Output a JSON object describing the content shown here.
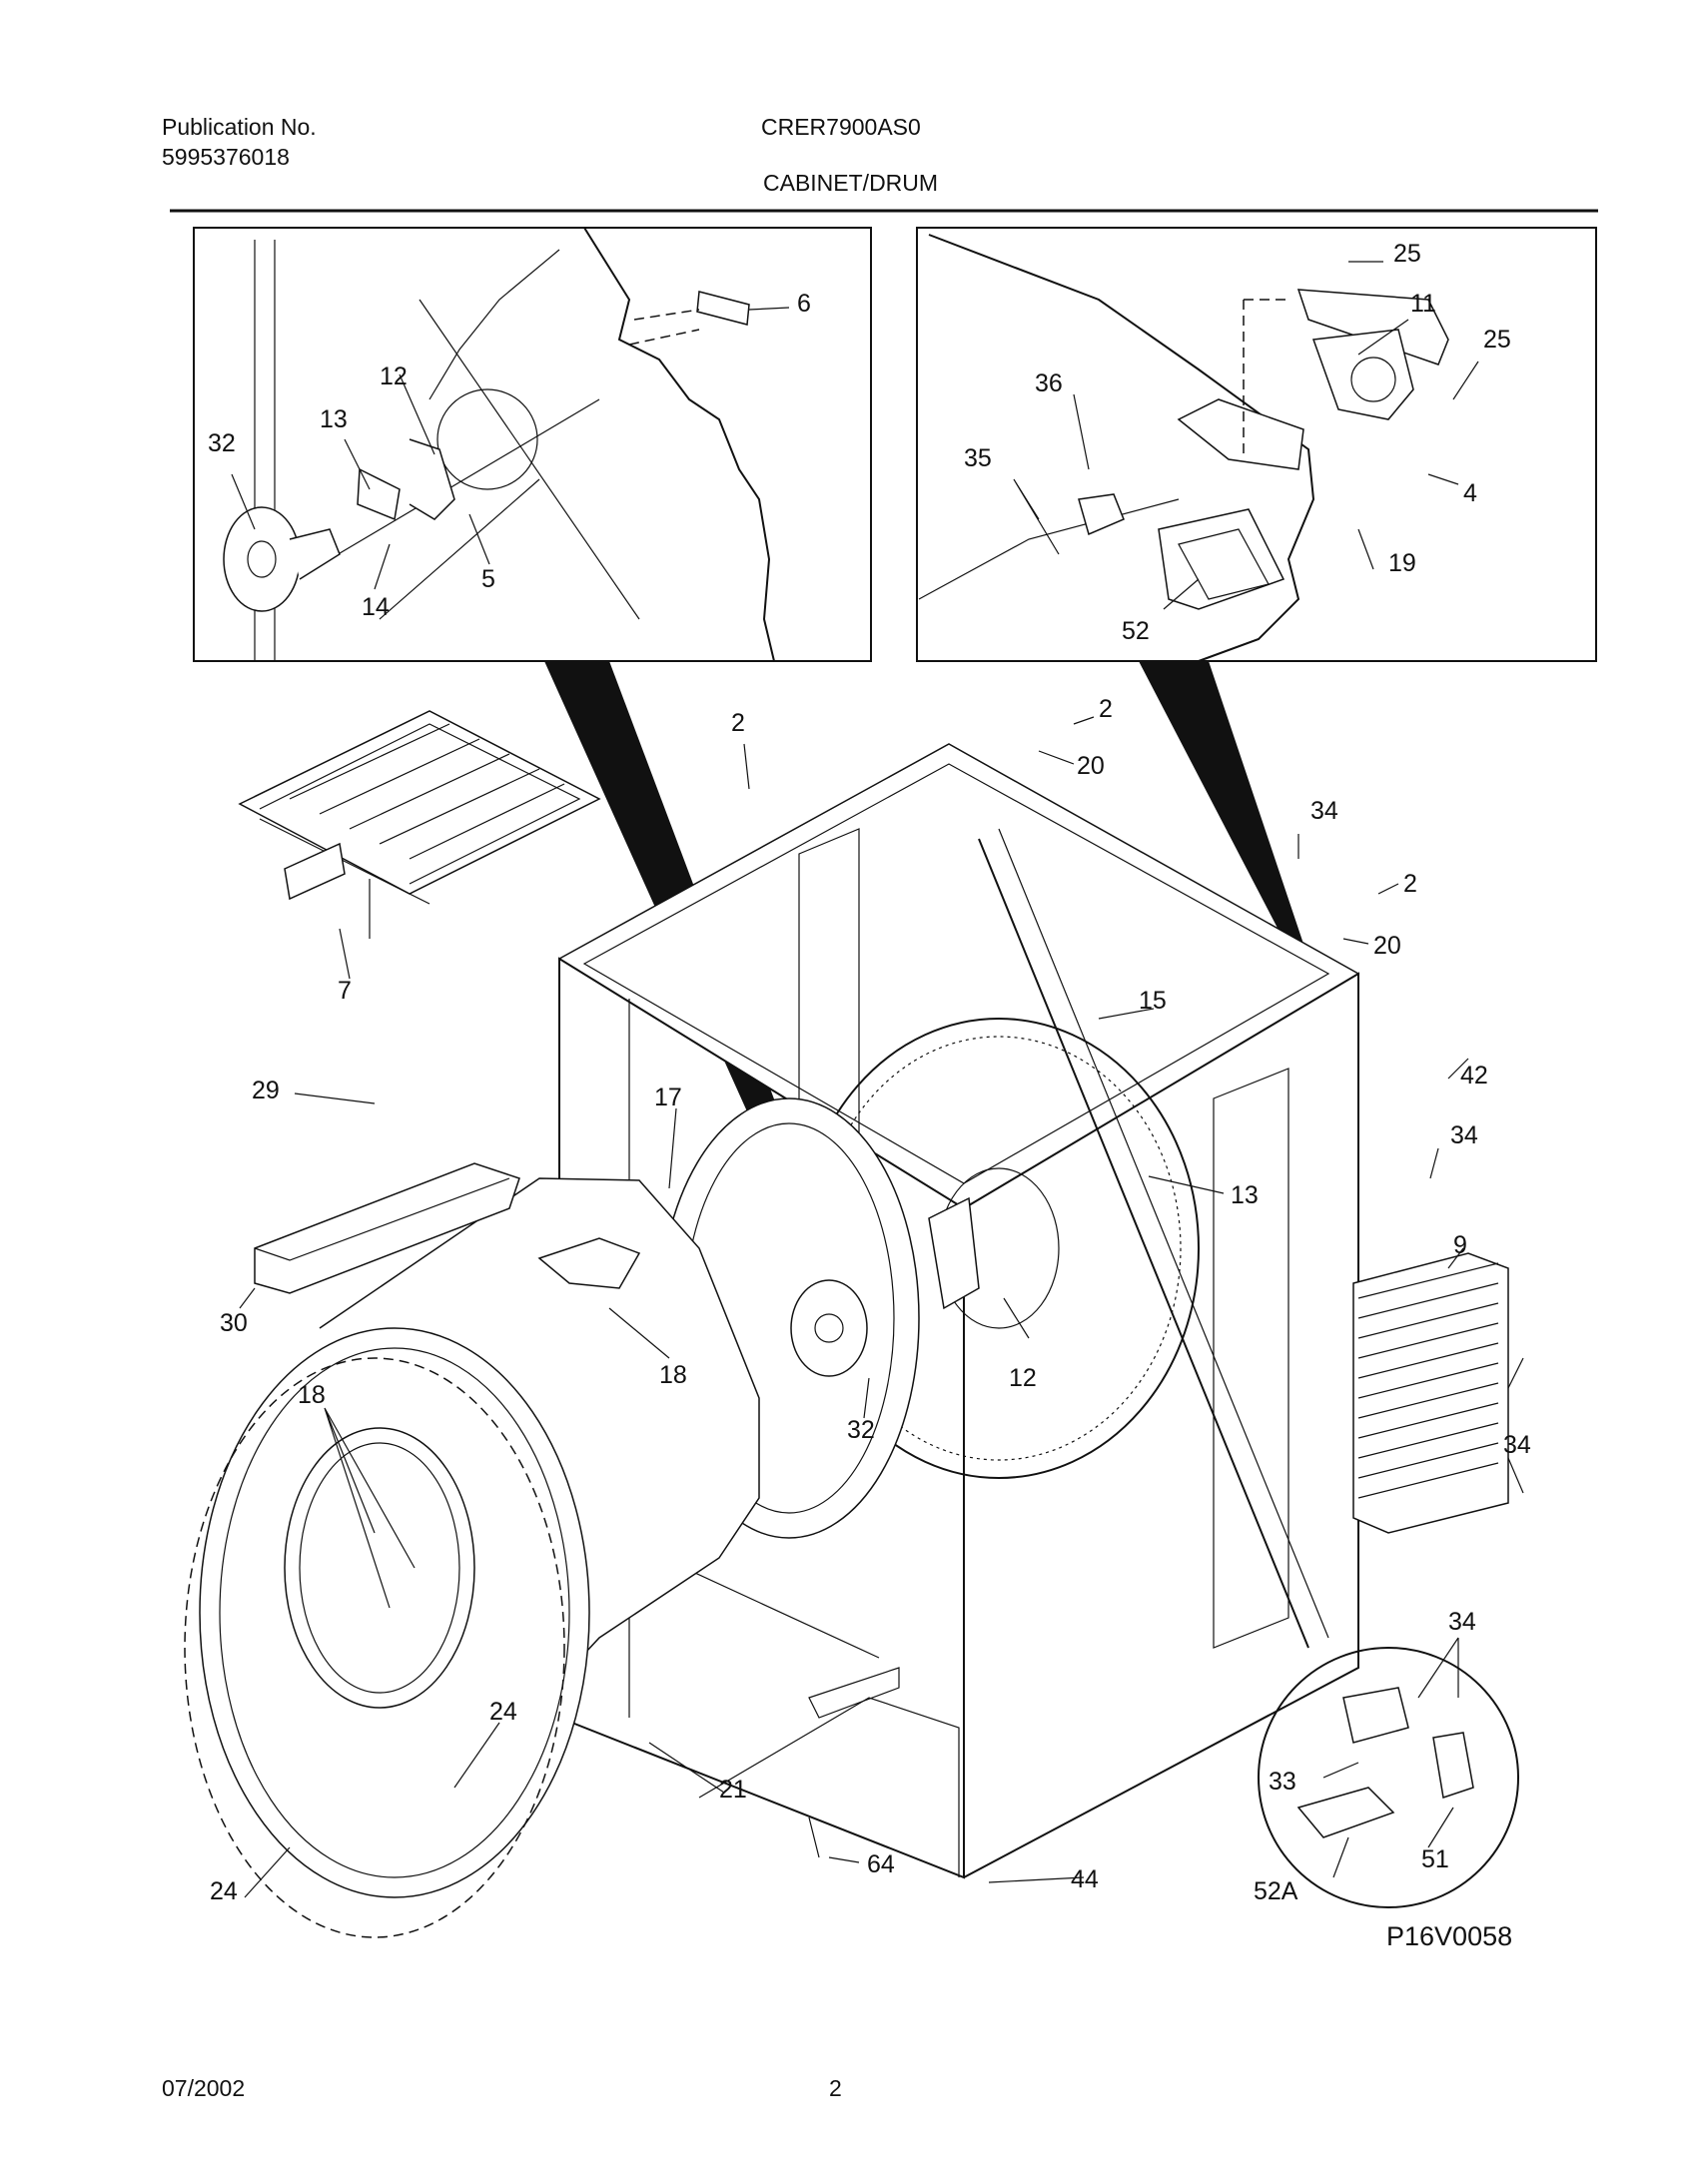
{
  "header": {
    "publication_label": "Publication No.",
    "publication_number": "5995376018",
    "model": "CRER7900AS0",
    "section": "CABINET/DRUM"
  },
  "footer": {
    "date": "07/2002",
    "page": "2"
  },
  "diagram": {
    "code": "P16V0058",
    "callouts": {
      "inset_left": [
        "6",
        "12",
        "13",
        "32",
        "14",
        "5"
      ],
      "inset_right": [
        "25",
        "11",
        "25",
        "36",
        "35",
        "4",
        "19",
        "52"
      ],
      "main": [
        "2",
        "2",
        "20",
        "34",
        "2",
        "20",
        "7",
        "15",
        "42",
        "29",
        "17",
        "34",
        "13",
        "9",
        "30",
        "18",
        "12",
        "32",
        "34",
        "18",
        "24",
        "21",
        "24",
        "64",
        "44"
      ],
      "inset_bottom": [
        "34",
        "33",
        "51",
        "52A"
      ]
    }
  }
}
